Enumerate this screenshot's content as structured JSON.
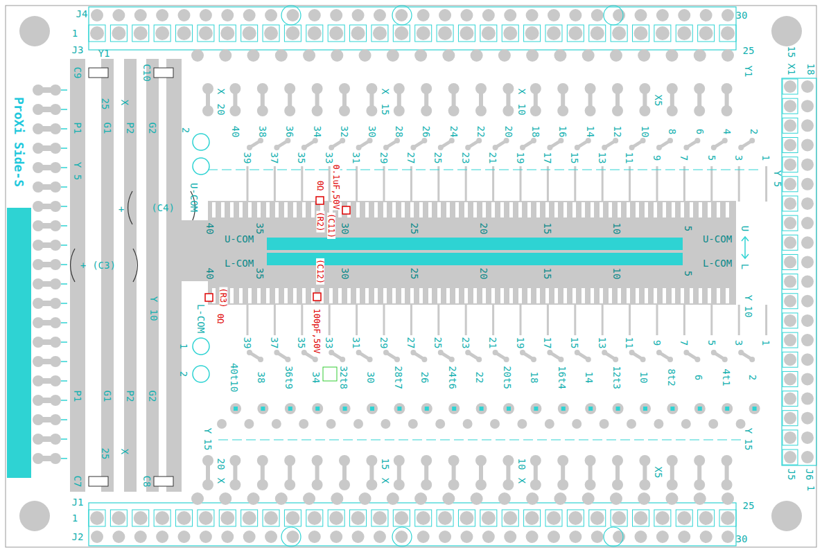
{
  "diagram": {
    "labels": [
      "J4",
      "30",
      "1",
      "J3",
      "Y1",
      "25",
      "Y1",
      "X1",
      "15",
      "18",
      "C9",
      "C10",
      "25",
      "X",
      "P1",
      "G1",
      "P2",
      "G2",
      "Y",
      "5",
      "2",
      "U-COM",
      "ProXi Side-S",
      "(C4)",
      "+",
      "(C3)",
      "+",
      "Y",
      "10",
      "L-COM",
      "1",
      "2",
      "P1",
      "G1",
      "P2",
      "G2",
      "25",
      "X",
      "C7",
      "C8",
      "J1",
      "1",
      "J2",
      "25",
      "30",
      "J5",
      "J6",
      "1",
      "20",
      "X",
      "15",
      "X",
      "10",
      "X",
      "X5",
      "40",
      "38",
      "36",
      "34",
      "32",
      "30",
      "28",
      "26",
      "24",
      "22",
      "20",
      "18",
      "16",
      "14",
      "12",
      "10",
      "8",
      "6",
      "4",
      "2",
      "39",
      "37",
      "35",
      "33",
      "31",
      "29",
      "27",
      "25",
      "23",
      "21",
      "19",
      "17",
      "15",
      "13",
      "11",
      "9",
      "7",
      "5",
      "3",
      "1",
      "Y",
      "5",
      "0.1uF,50V",
      "(C11)",
      "0Ω",
      "(R2)",
      "(C12)",
      "100pF,50V",
      "(R3)",
      "0Ω",
      "40",
      "35",
      "30",
      "25",
      "20",
      "15",
      "10",
      "5",
      "U-COM",
      "U-COM",
      "L-COM",
      "L-COM",
      "40",
      "35",
      "30",
      "25",
      "20",
      "15",
      "10",
      "5",
      "U",
      "L",
      "Y",
      "10",
      "39",
      "37",
      "35",
      "33",
      "31",
      "29",
      "27",
      "25",
      "23",
      "21",
      "19",
      "17",
      "15",
      "13",
      "11",
      "9",
      "7",
      "5",
      "3",
      "1",
      "40t10",
      "38",
      "36t9",
      "34",
      "32t8",
      "30",
      "28t7",
      "26",
      "24t6",
      "22",
      "20t5",
      "18",
      "16t4",
      "14",
      "12t3",
      "10",
      "8t2",
      "6",
      "4t1",
      "2",
      "Y",
      "15",
      "20",
      "X",
      "15",
      "X",
      "10",
      "X",
      "X5",
      "Y",
      "15"
    ]
  }
}
